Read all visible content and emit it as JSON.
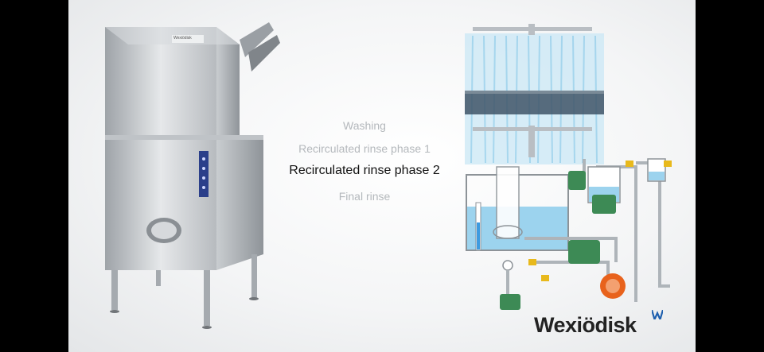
{
  "phases": {
    "items": [
      {
        "label": "Washing",
        "active": false
      },
      {
        "label": "Recirculated rinse phase 1",
        "active": false
      },
      {
        "label": "Recirculated rinse phase 2",
        "active": true
      },
      {
        "label": "Final rinse",
        "active": false
      }
    ]
  },
  "brand": {
    "name": "Wexiödisk",
    "color": "#1e5fae"
  },
  "machine": {
    "badge": "Wexiödisk"
  },
  "colors": {
    "water": "#9cd3ee",
    "pump": "#3d8a55",
    "heater": "#e8621c",
    "valve": "#e8b91c",
    "steel": "#c8ccd0"
  }
}
